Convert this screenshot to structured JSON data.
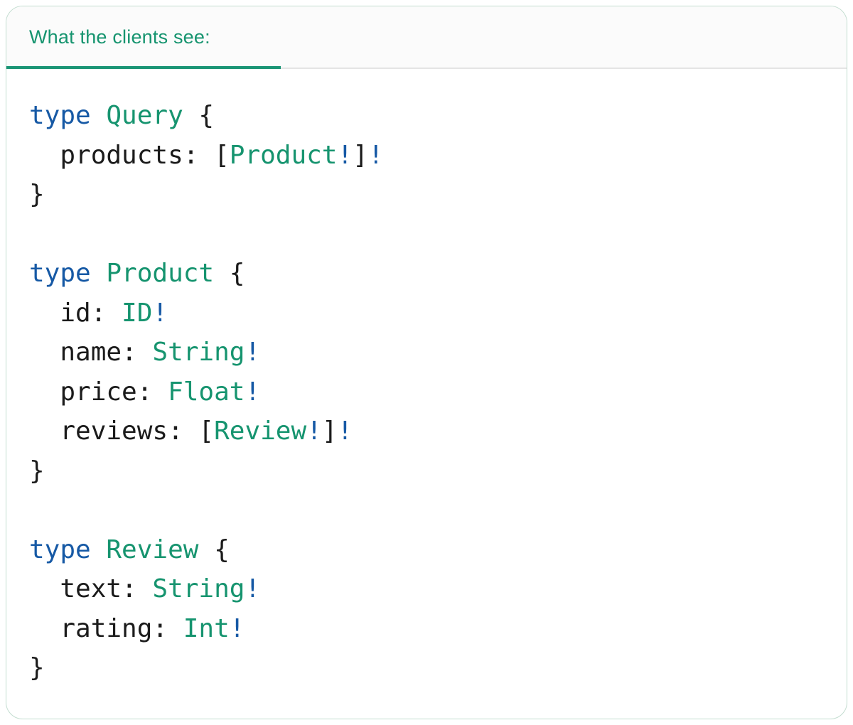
{
  "colors": {
    "teal": "#16946F",
    "blue": "#1659A5",
    "ink": "#1B1B1B",
    "divider": "#E4E4E4",
    "card_border": "#C3DDD0",
    "tab_underline": "#1A9575",
    "tab_bg": "#FBFBFB",
    "code_bg": "#FFFFFF"
  },
  "tab": {
    "label": "What the clients see:"
  },
  "code": {
    "language": "graphql",
    "lines": [
      {
        "tokens": [
          {
            "text": "type ",
            "style": "keyword"
          },
          {
            "text": "Query",
            "style": "typename"
          },
          {
            "text": " {",
            "style": "plain"
          }
        ]
      },
      {
        "tokens": [
          {
            "text": "  products: [",
            "style": "plain"
          },
          {
            "text": "Product",
            "style": "typename"
          },
          {
            "text": "!",
            "style": "bang"
          },
          {
            "text": "]",
            "style": "plain"
          },
          {
            "text": "!",
            "style": "bang"
          }
        ]
      },
      {
        "tokens": [
          {
            "text": "}",
            "style": "plain"
          }
        ]
      },
      {
        "tokens": []
      },
      {
        "tokens": [
          {
            "text": "type ",
            "style": "keyword"
          },
          {
            "text": "Product",
            "style": "typename"
          },
          {
            "text": " {",
            "style": "plain"
          }
        ]
      },
      {
        "tokens": [
          {
            "text": "  id: ",
            "style": "plain"
          },
          {
            "text": "ID",
            "style": "typename"
          },
          {
            "text": "!",
            "style": "bang"
          }
        ]
      },
      {
        "tokens": [
          {
            "text": "  name: ",
            "style": "plain"
          },
          {
            "text": "String",
            "style": "typename"
          },
          {
            "text": "!",
            "style": "bang"
          }
        ]
      },
      {
        "tokens": [
          {
            "text": "  price: ",
            "style": "plain"
          },
          {
            "text": "Float",
            "style": "typename"
          },
          {
            "text": "!",
            "style": "bang"
          }
        ]
      },
      {
        "tokens": [
          {
            "text": "  reviews: [",
            "style": "plain"
          },
          {
            "text": "Review",
            "style": "typename"
          },
          {
            "text": "!",
            "style": "bang"
          },
          {
            "text": "]",
            "style": "plain"
          },
          {
            "text": "!",
            "style": "bang"
          }
        ]
      },
      {
        "tokens": [
          {
            "text": "}",
            "style": "plain"
          }
        ]
      },
      {
        "tokens": []
      },
      {
        "tokens": [
          {
            "text": "type ",
            "style": "keyword"
          },
          {
            "text": "Review",
            "style": "typename"
          },
          {
            "text": " {",
            "style": "plain"
          }
        ]
      },
      {
        "tokens": [
          {
            "text": "  text: ",
            "style": "plain"
          },
          {
            "text": "String",
            "style": "typename"
          },
          {
            "text": "!",
            "style": "bang"
          }
        ]
      },
      {
        "tokens": [
          {
            "text": "  rating: ",
            "style": "plain"
          },
          {
            "text": "Int",
            "style": "typename"
          },
          {
            "text": "!",
            "style": "bang"
          }
        ]
      },
      {
        "tokens": [
          {
            "text": "}",
            "style": "plain"
          }
        ]
      }
    ]
  }
}
